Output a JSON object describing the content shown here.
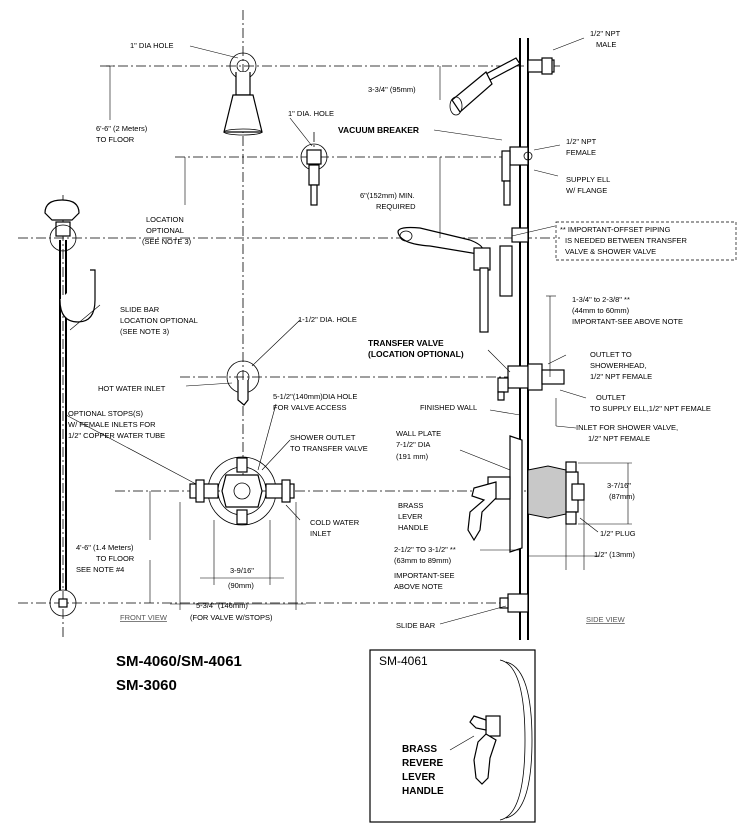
{
  "labels": {
    "dia_hole_1": "1\" DIA HOLE",
    "dia_hole_2": "1\" DIA. HOLE",
    "npt_male_1": "1/2\" NPT",
    "npt_male_2": "MALE",
    "dim_334_1": "3-3/4\" (95mm)",
    "vacuum_breaker": "VACUUM BREAKER",
    "height_66_1": "6'-6\" (2 Meters)",
    "height_66_2": "TO FLOOR",
    "npt_female_1": "1/2\" NPT",
    "npt_female_2": "FEMALE",
    "supply_ell_1": "SUPPLY ELL",
    "supply_ell_2": "W/ FLANGE",
    "min_6_1": "6\"(152mm) MIN.",
    "min_6_2": "REQUIRED",
    "location_opt_1": "LOCATION",
    "location_opt_2": "OPTIONAL",
    "location_opt_3": "(SEE NOTE 3)",
    "offset_note_1": "** IMPORTANT-OFFSET PIPING",
    "offset_note_2": "IS NEEDED BETWEEN TRANSFER",
    "offset_note_3": "VALVE & SHOWER VALVE",
    "dim_134_1": "1-3/4\" to 2-3/8\" **",
    "dim_134_2": "(44mm to 60mm)",
    "dim_134_3": "IMPORTANT-SEE ABOVE NOTE",
    "slide_bar_loc_1": "SLIDE BAR",
    "slide_bar_loc_2": "LOCATION OPTIONAL",
    "slide_bar_loc_3": "(SEE NOTE 3)",
    "dia_hole_112": "1-1/2\" DIA. HOLE",
    "transfer_valve_1": "TRANSFER VALVE",
    "transfer_valve_2": "(LOCATION OPTIONAL)",
    "outlet_showerhead_1": "OUTLET TO",
    "outlet_showerhead_2": "SHOWERHEAD,",
    "outlet_showerhead_3": "1/2\" NPT FEMALE",
    "hot_water_inlet": "HOT WATER INLET",
    "valve_access_1": "5-1/2\"(140mm)DIA HOLE",
    "valve_access_2": "FOR VALVE ACCESS",
    "finished_wall": "FINISHED WALL",
    "outlet_supply_1": "OUTLET",
    "outlet_supply_2": "TO SUPPLY ELL,1/2\" NPT FEMALE",
    "optional_stops_1": "OPTIONAL STOPS(S)",
    "optional_stops_2": "W/ FEMALE INLETS FOR",
    "optional_stops_3": "1/2\" COPPER WATER TUBE",
    "inlet_shower_1": "INLET FOR SHOWER VALVE,",
    "inlet_shower_2": "1/2\" NPT FEMALE",
    "shower_outlet_1": "SHOWER OUTLET",
    "shower_outlet_2": "TO TRANSFER VALVE",
    "wall_plate_1": "WALL PLATE",
    "wall_plate_2": "7-1/2\" DIA",
    "wall_plate_3": "(191 mm)",
    "dim_3716_1": "3-7/16\"",
    "dim_3716_2": "(87mm)",
    "brass_lever_1": "BRASS",
    "brass_lever_2": "LEVER",
    "brass_lever_3": "HANDLE",
    "cold_water_1": "COLD WATER",
    "cold_water_2": "INLET",
    "plug": "1/2\" PLUG",
    "height_46_1": "4'-6\" (1.4 Meters)",
    "height_46_2": "TO FLOOR",
    "height_46_3": "SEE NOTE #4",
    "dim_2112_1": "2-1/2\" TO 3-1/2\" **",
    "dim_2112_2": "(63mm to 89mm)",
    "dim_2112_3": "IMPORTANT-SEE",
    "dim_2112_4": "ABOVE NOTE",
    "dim_12_13": "1/2\" (13mm)",
    "dim_3916_1": "3-9/16\"",
    "dim_3916_2": "(90mm)",
    "dim_534_1": "5-3/4\" (146mm)",
    "dim_534_2": "(FOR VALVE W/STOPS)",
    "front_view": "FRONT VIEW",
    "side_view": "SIDE VIEW",
    "slide_bar": "SLIDE BAR"
  },
  "models": {
    "line1": "SM-4060/SM-4061",
    "line2": "SM-3060"
  },
  "inset": {
    "title": "SM-4061",
    "label_1": "BRASS",
    "label_2": "REVERE",
    "label_3": "LEVER",
    "label_4": "HANDLE"
  },
  "colors": {
    "line": "#000000",
    "shade": "#c8c8c8",
    "background": "#ffffff"
  }
}
